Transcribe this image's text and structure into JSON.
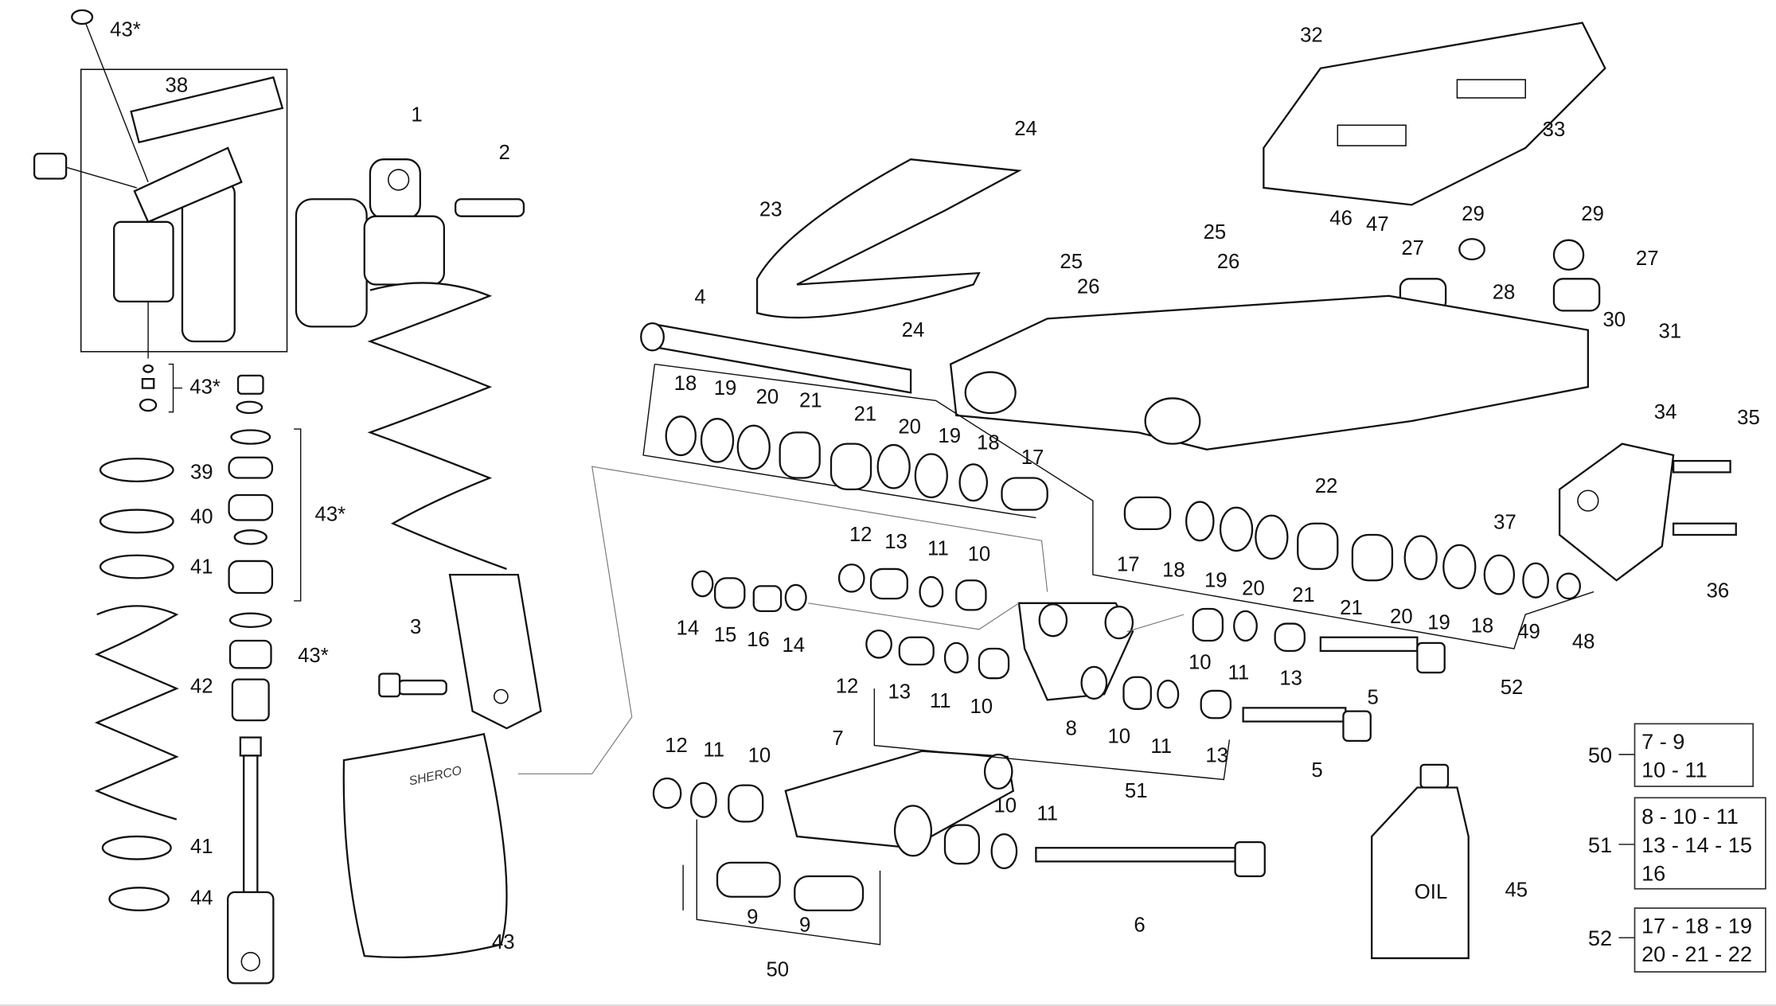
{
  "callouts": [
    "43*",
    "38",
    "1",
    "2",
    "43*",
    "39",
    "40",
    "43*",
    "41",
    "43*",
    "42",
    "41",
    "44",
    "3",
    "43",
    "24",
    "23",
    "4",
    "24",
    "25",
    "26",
    "25",
    "26",
    "32",
    "33",
    "46",
    "47",
    "29",
    "29",
    "27",
    "27",
    "28",
    "30",
    "31",
    "18",
    "19",
    "20",
    "21",
    "21",
    "20",
    "19",
    "18",
    "17",
    "22",
    "34",
    "35",
    "37",
    "36",
    "17",
    "18",
    "19",
    "20",
    "21",
    "21",
    "20",
    "19",
    "18",
    "49",
    "48",
    "52",
    "12",
    "13",
    "11",
    "10",
    "14",
    "15",
    "16",
    "14",
    "12",
    "13",
    "11",
    "10",
    "10",
    "11",
    "13",
    "5",
    "8",
    "10",
    "11",
    "13",
    "51",
    "5",
    "12",
    "11",
    "10",
    "7",
    "10",
    "11",
    "6",
    "9",
    "9",
    "50",
    "45"
  ],
  "oil_label": "OIL",
  "bag_logo": "SHERCO",
  "kits": [
    {
      "id": "50",
      "lines": [
        "7 - 9",
        "10 - 11"
      ]
    },
    {
      "id": "51",
      "lines": [
        "8 - 10 - 11",
        "13 - 14 - 15",
        "16"
      ]
    },
    {
      "id": "52",
      "lines": [
        "17 - 18 - 19",
        "20 - 21 - 22"
      ]
    }
  ]
}
